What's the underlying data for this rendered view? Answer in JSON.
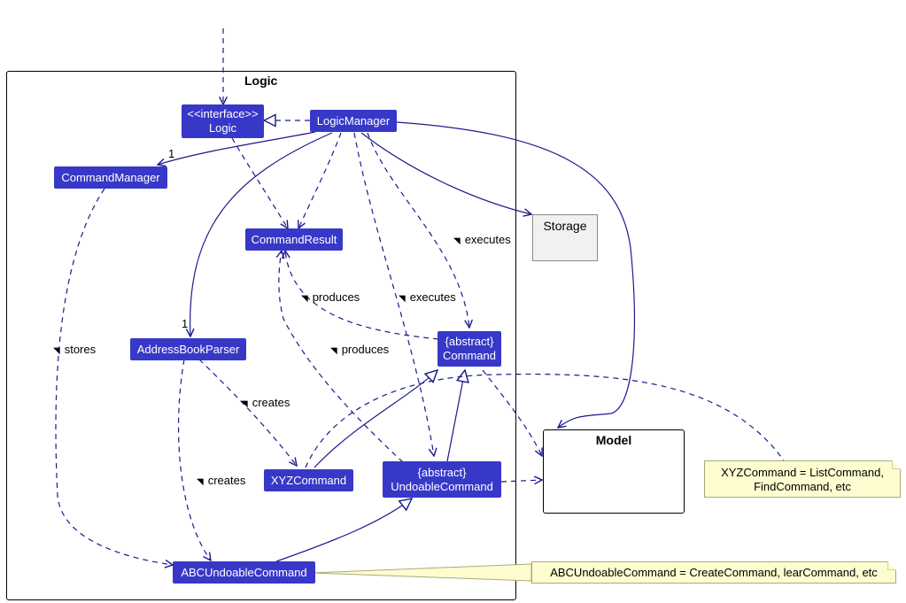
{
  "package": {
    "title": "Logic"
  },
  "classes": {
    "logic": {
      "stereotype": "<<interface>>",
      "name": "Logic"
    },
    "logic_manager": {
      "name": "LogicManager"
    },
    "command_manager": {
      "name": "CommandManager"
    },
    "command_result": {
      "name": "CommandResult"
    },
    "address_book_parser": {
      "name": "AddressBookParser"
    },
    "command": {
      "stereotype": "{abstract}",
      "name": "Command"
    },
    "xyz_command": {
      "name": "XYZCommand"
    },
    "undoable_command": {
      "stereotype": "{abstract}",
      "name": "UndoableCommand"
    },
    "abc_undoable_command": {
      "name": "ABCUndoableCommand"
    }
  },
  "external": {
    "storage": "Storage",
    "model": "Model"
  },
  "notes": {
    "xyz_line1": "XYZCommand = ListCommand,",
    "xyz_line2": "FindCommand, etc",
    "abc": "ABCUndoableCommand = CreateCommand, learCommand, etc"
  },
  "edge_labels": {
    "executes_1": "executes",
    "executes_2": "executes",
    "produces_1": "produces",
    "produces_2": "produces",
    "stores": "stores",
    "creates_1": "creates",
    "creates_2": "creates",
    "mult_command_manager": "1",
    "mult_parser": "1"
  },
  "colors": {
    "class_fill": "#3838c8",
    "edge": "#1a1a8c",
    "note_fill": "#fdfdd0"
  }
}
